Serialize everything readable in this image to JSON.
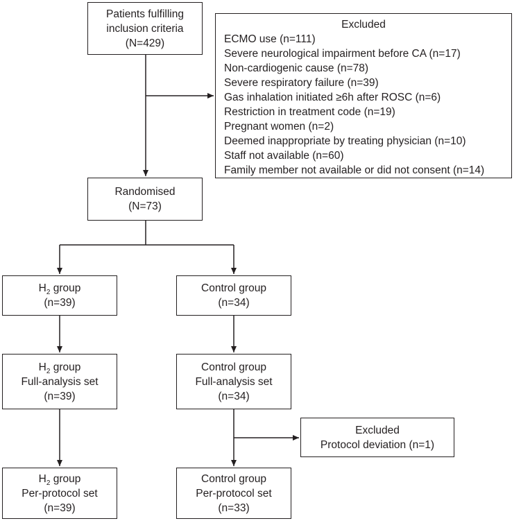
{
  "enrolment": {
    "line1": "Patients fulfilling",
    "line2": "inclusion criteria",
    "line3": "(N=429)"
  },
  "excluded_main": {
    "header": "Excluded",
    "items": [
      "ECMO use (n=111)",
      "Severe neurological impairment before CA (n=17)",
      "Non-cardiogenic cause (n=78)",
      "Severe respiratory failure (n=39)",
      "Gas inhalation initiated ≥6h after ROSC (n=6)",
      "Restriction in treatment code (n=19)",
      "Pregnant women (n=2)",
      "Deemed inappropriate by treating physician (n=10)",
      "Staff not available (n=60)",
      "Family member not available or did not consent (n=14)"
    ]
  },
  "randomised": {
    "line1": "Randomised",
    "line2": "(N=73)"
  },
  "h2_group": {
    "prefix": "H",
    "subscript": "2",
    "suffix": " group",
    "allocated_n": "(n=39)",
    "fas_label": "Full-analysis set",
    "fas_n": "(n=39)",
    "pps_label": "Per-protocol set",
    "pps_n": "(n=39)"
  },
  "control_group": {
    "name": "Control group",
    "allocated_n": "(n=34)",
    "fas_label": "Full-analysis set",
    "fas_n": "(n=34)",
    "pps_label": "Per-protocol set",
    "pps_n": "(n=33)"
  },
  "excluded_control": {
    "header": "Excluded",
    "reason": "Protocol deviation (n=1)"
  }
}
